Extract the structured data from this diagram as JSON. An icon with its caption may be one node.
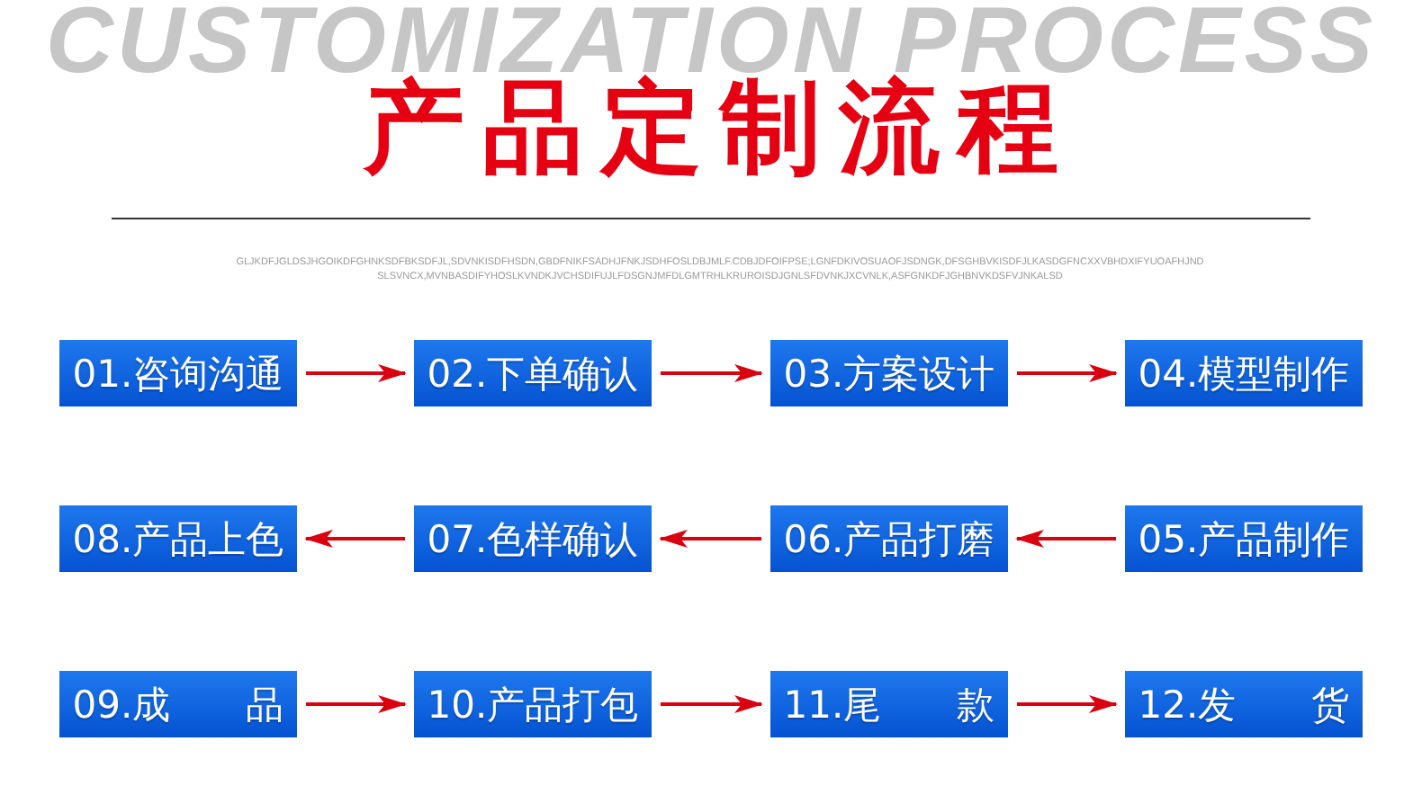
{
  "diagram": {
    "title": "产品定制流程",
    "nodes": [
      {
        "text": [
          "01.咨询沟通"
        ]
      },
      {
        "text": [
          "02.下单确认"
        ]
      },
      {
        "text": [
          "03.方案设计"
        ]
      },
      {
        "text": [
          "04.模型制作"
        ]
      },
      {
        "text": [
          "08.产品上色"
        ]
      },
      {
        "text": [
          "07.色样确认"
        ]
      },
      {
        "text": [
          "06.产品打磨"
        ]
      },
      {
        "text": [
          "05.产品制作"
        ]
      },
      {
        "text": [
          "09.成　　品"
        ]
      },
      {
        "text": [
          "10.产品打包"
        ]
      },
      {
        "text": [
          "11.尾　　款"
        ]
      },
      {
        "text": [
          "12.发　　货"
        ]
      }
    ],
    "edges": [
      {
        "from": 0,
        "to": 1,
        "arrow": "to"
      },
      {
        "from": 1,
        "to": 2,
        "arrow": "to"
      },
      {
        "from": 2,
        "to": 3,
        "arrow": "to"
      },
      {
        "from": 7,
        "to": 6,
        "arrow": "to"
      },
      {
        "from": 6,
        "to": 5,
        "arrow": "to"
      },
      {
        "from": 5,
        "to": 4,
        "arrow": "to"
      },
      {
        "from": 8,
        "to": 9,
        "arrow": "to"
      },
      {
        "from": 9,
        "to": 10,
        "arrow": "to"
      },
      {
        "from": 10,
        "to": 11,
        "arrow": "to"
      }
    ],
    "labels": [
      "CUSTOMIZATION PROCESS",
      "GLJKDFJGLDSJHGOIKDFGHNKSDFBKSDFJL,SDVNKISDFHSDN,GBDFNIKFSADHJFNKJSDHFOSLDBJMLF.CDBJDFOIFPSE;LGNFDKIVOSUAOFJSDNGK,DFSGHBVKISDFJLKASDGFNCXXVBHDXIFYUOAFHJND SLSVNCX,MVNBASDIFYHOSLKVNDKJVCHSDIFUJLFDSGNJMFDLGMTRHLKRUROISDJGNLSFDVNKJXCVNLK,ASFGNKDFJGHBNVKDSFVJNKALSD"
    ]
  }
}
